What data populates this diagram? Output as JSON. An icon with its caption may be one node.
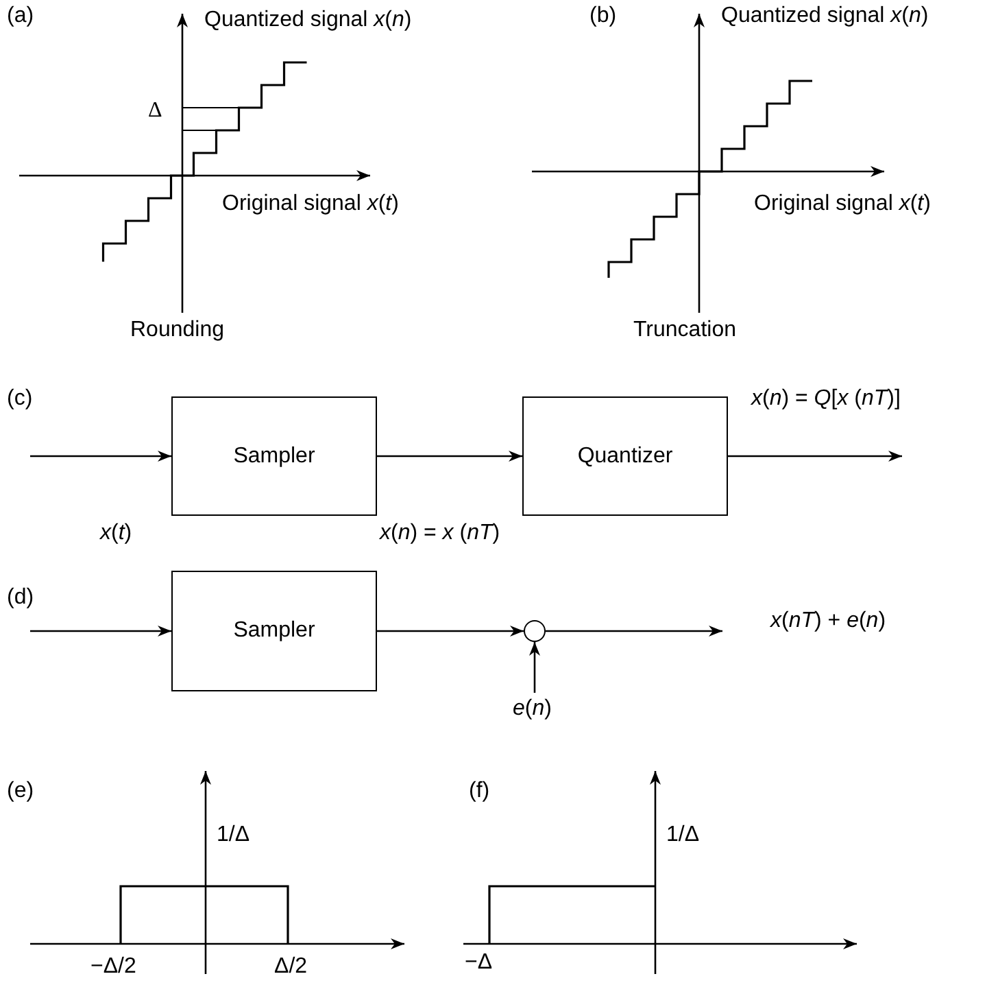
{
  "diagram": {
    "nodes": [
      {
        "text": [
          "Sampler"
        ]
      },
      {
        "text": [
          "Quantizer"
        ]
      },
      {
        "text": [
          "Sampler"
        ]
      },
      {
        "text": [],
        "shape": "circle"
      }
    ],
    "edges": [
      {
        "from": null,
        "to": 0,
        "arrow": "to",
        "label": "*x*(*t*)"
      },
      {
        "from": 0,
        "to": 1,
        "arrow": "to",
        "label": "*x*(*n*) = *x* (*nT*)"
      },
      {
        "from": 1,
        "to": null,
        "arrow": "to",
        "label": "*x*(*n*) = *Q*[*x* (*nT*)]"
      },
      {
        "from": null,
        "to": 2,
        "arrow": "to"
      },
      {
        "from": 2,
        "to": 3,
        "arrow": "to"
      },
      {
        "from": 3,
        "to": null,
        "arrow": "to",
        "label": "*x*(*nT*) + *e*(*n*)"
      },
      {
        "from": null,
        "to": 3,
        "arrow": "to",
        "label": "*e*(*n*)"
      }
    ],
    "labels": [
      "(a)",
      "Quantized signal *x*(*n*)",
      "Δ",
      "Original signal *x*(*t*)",
      "Rounding",
      "(b)",
      "Quantized signal *x*(*n*)",
      "Original signal *x*(*t*)",
      "Truncation",
      "(c)",
      "(d)",
      "(e)",
      "1/Δ",
      "−Δ/2",
      "Δ/2",
      "(f)",
      "1/Δ",
      "−Δ"
    ]
  }
}
